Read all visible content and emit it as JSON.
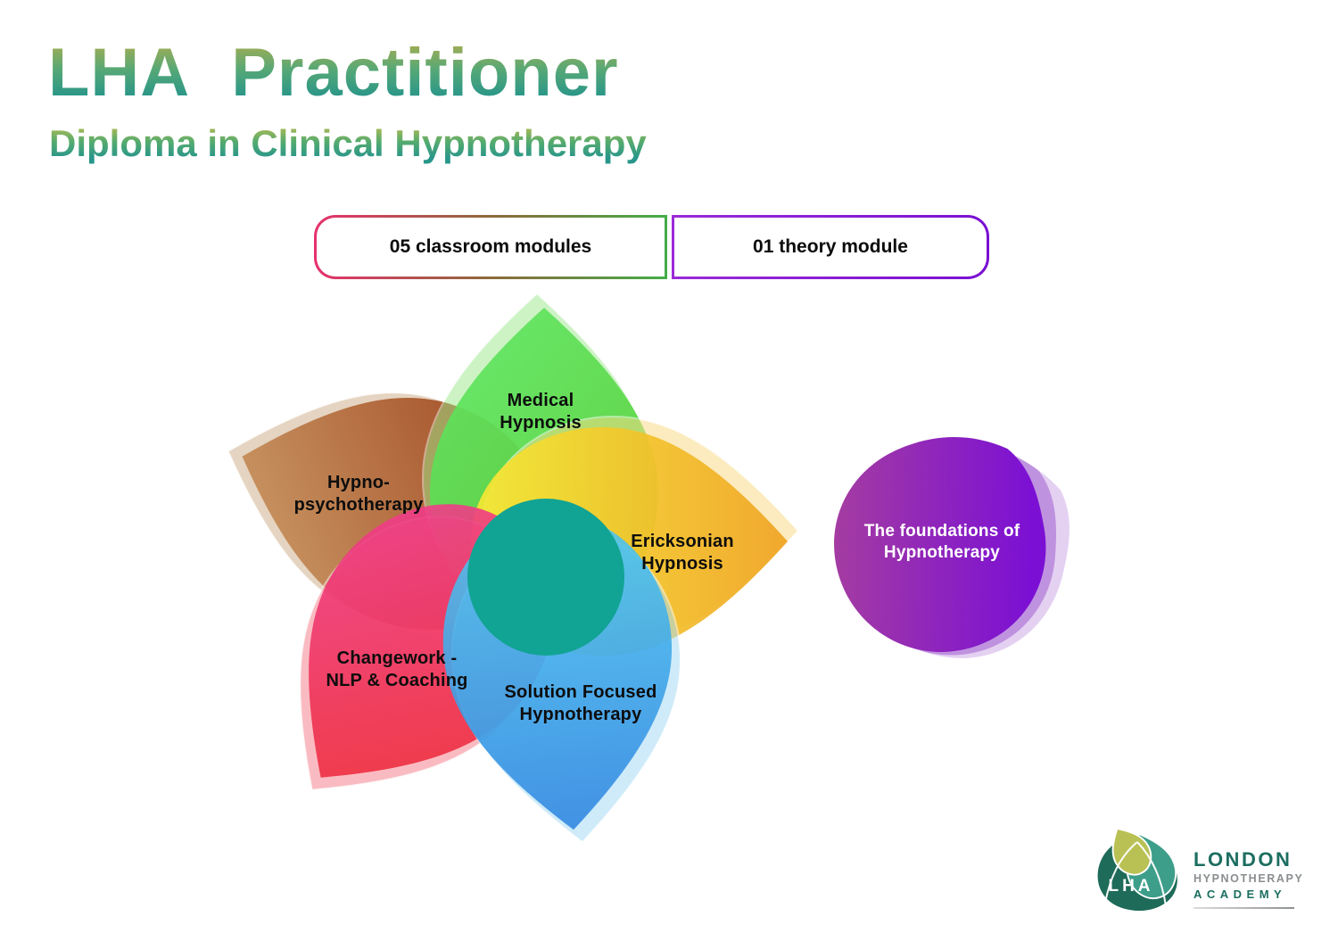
{
  "header": {
    "title_lha": "LHA",
    "title_main": "Practitioner",
    "subtitle": "Diploma in Clinical Hypnotherapy"
  },
  "modules": {
    "classroom_label": "05 classroom modules",
    "theory_label": "01 theory module"
  },
  "petals": {
    "medical": {
      "line1": "Medical",
      "line2": "Hypnosis"
    },
    "hypno": {
      "line1": "Hypno-",
      "line2": "psychotherapy"
    },
    "ericksonian": {
      "line1": "Ericksonian",
      "line2": "Hypnosis"
    },
    "changework": {
      "line1": "Changework -",
      "line2": "NLP & Coaching"
    },
    "solution": {
      "line1": "Solution Focused",
      "line2": "Hypnotherapy"
    }
  },
  "foundation": {
    "line1": "The foundations of",
    "line2": "Hypnotherapy"
  },
  "logo": {
    "monogram": "LHA",
    "name_line1": "LONDON",
    "name_line2": "HYPNOTHERAPY",
    "name_line3": "ACADEMY"
  },
  "colors": {
    "title_gradient_top": "#b4ae4b",
    "title_gradient_bottom": "#27958a",
    "classroom_border_left": "#e7316d",
    "classroom_border_right": "#44ad49",
    "theory_border": "#8a1fd6",
    "petal_medical": "#4fd94f",
    "petal_hypno": "#a85a28",
    "petal_ericksonian": "#f3c528",
    "petal_changework": "#ee2f60",
    "petal_solution": "#3fa3e8",
    "flower_center": "#11a394",
    "foundation_blob_left": "#a8409d",
    "foundation_blob_right": "#7b10d4",
    "logo_green": "#1e6b59",
    "logo_teal": "#3d9e8a",
    "logo_yellow_green": "#b9c155",
    "logo_gray": "#8b8e90"
  }
}
